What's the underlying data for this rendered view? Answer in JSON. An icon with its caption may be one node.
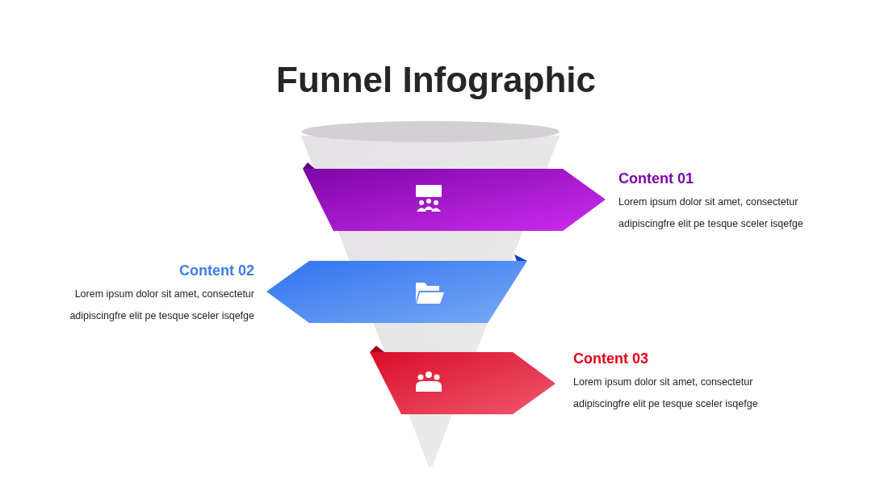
{
  "diagram": {
    "title": "Funnel Infographic",
    "labels": [
      "Content 01",
      "Lorem ipsum dolor sit amet, consectetur adipiscingfre elit pe tesque sceler isqefge",
      "Content 02",
      "Lorem ipsum dolor sit amet, consectetur adipiscingfre elit pe tesque sceler isqefge",
      "Content 03",
      "Lorem ipsum dolor sit amet, consectetur adipiscingfre elit pe tesque sceler isqefge"
    ]
  }
}
